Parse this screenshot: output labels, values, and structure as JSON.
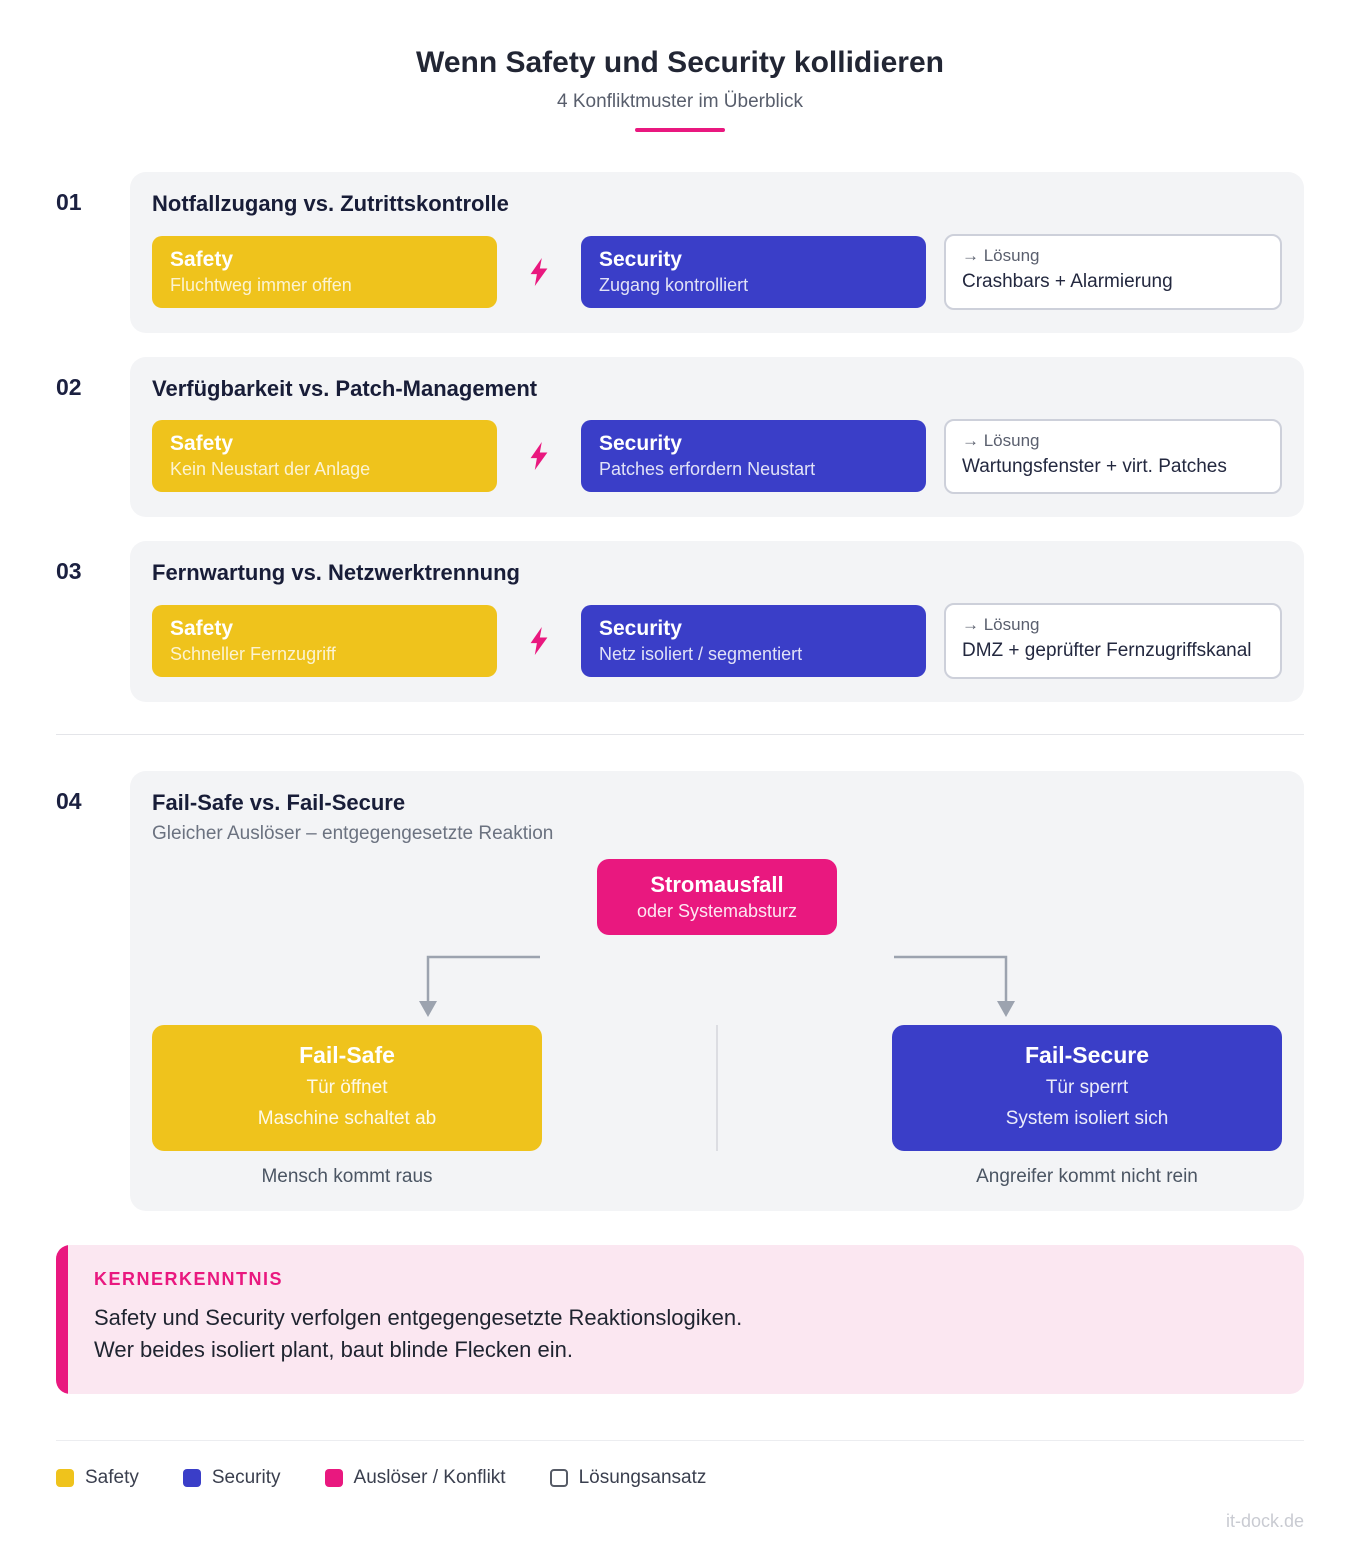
{
  "header": {
    "title": "Wenn Safety und Security kollidieren",
    "subtitle": "4 Konfliktmuster im Überblick"
  },
  "sections": [
    {
      "number": "01",
      "title": "Notfallzugang vs. Zutrittskontrolle",
      "safety_label": "Safety",
      "safety_text": "Fluchtweg immer offen",
      "security_label": "Security",
      "security_text": "Zugang kontrolliert",
      "solution_label": "→ Lösung",
      "solution_text": "Crashbars + Alarmierung"
    },
    {
      "number": "02",
      "title": "Verfügbarkeit vs. Patch-Management",
      "safety_label": "Safety",
      "safety_text": "Kein Neustart der Anlage",
      "security_label": "Security",
      "security_text": "Patches erfordern Neustart",
      "solution_label": "→ Lösung",
      "solution_text": "Wartungsfenster + virt. Patches"
    },
    {
      "number": "03",
      "title": "Fernwartung vs. Netzwerktrennung",
      "safety_label": "Safety",
      "safety_text": "Schneller Fernzugriff",
      "security_label": "Security",
      "security_text": "Netz isoliert / segmentiert",
      "solution_label": "→ Lösung",
      "solution_text": "DMZ + geprüfter Fernzugriffskanal"
    }
  ],
  "flow": {
    "number": "04",
    "title": "Fail-Safe vs. Fail-Secure",
    "subtitle": "Gleicher Auslöser – entgegengesetzte Reaktion",
    "trigger_label": "Stromausfall",
    "trigger_text": "oder Systemabsturz",
    "fail_safe": {
      "title": "Fail-Safe",
      "line1": "Tür öffnet",
      "line2": "Maschine schaltet ab",
      "caption": "Mensch kommt raus"
    },
    "fail_secure": {
      "title": "Fail-Secure",
      "line1": "Tür sperrt",
      "line2": "System isoliert sich",
      "caption": "Angreifer kommt nicht rein"
    }
  },
  "insight": {
    "label": "KERNERKENNTNIS",
    "line1": "Safety und Security verfolgen entgegengesetzte Reaktionslogiken.",
    "line2": "Wer beides isoliert plant, baut blinde Flecken ein."
  },
  "legend": {
    "items": [
      {
        "label": "Safety",
        "color": "#EFC31C"
      },
      {
        "label": "Security",
        "color": "#3A3EC8"
      },
      {
        "label": "Auslöser / Konflikt",
        "color": "#E9187F"
      },
      {
        "label": "Lösungsansatz",
        "outline": true
      }
    ]
  },
  "footer": "it-dock.de",
  "colors": {
    "safety": "#EFC31C",
    "security": "#3A3EC8",
    "accent": "#E9187F"
  }
}
